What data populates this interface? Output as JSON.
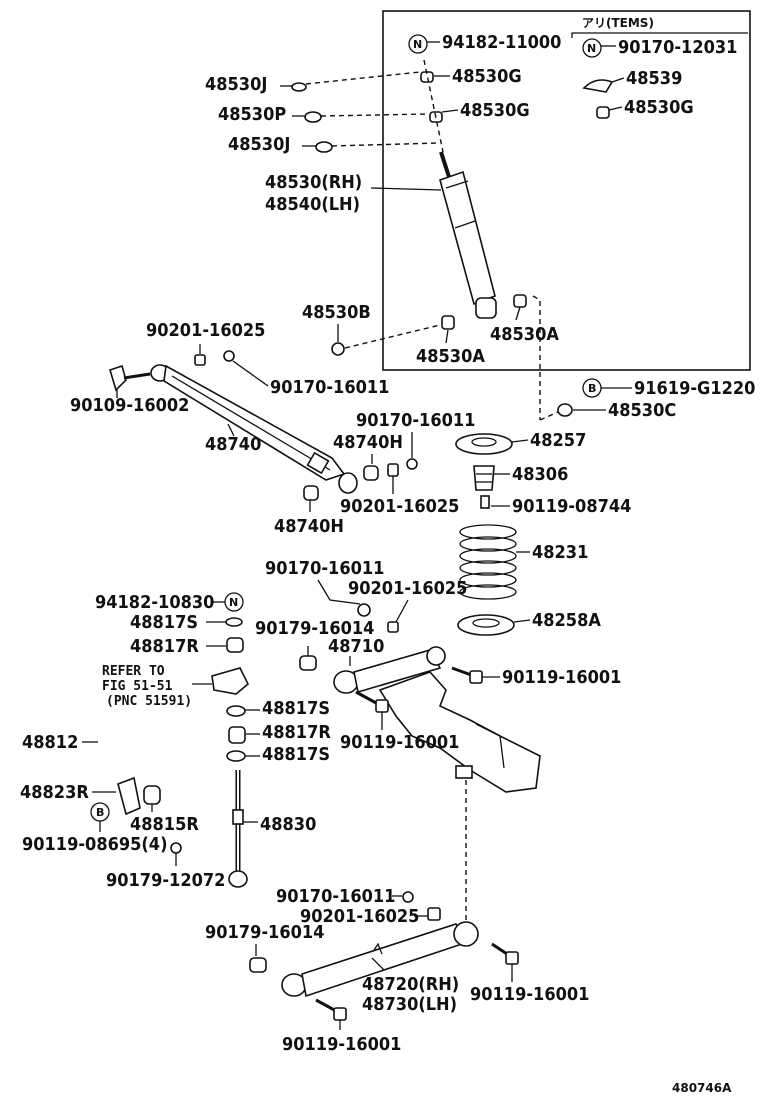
{
  "figure_code": "480746A",
  "inset_header": "アリ(TEMS)",
  "labels": {
    "n_94182_11000": "94182-11000",
    "n_90170_12031": "90170-12031",
    "p_48530J_top": "48530J",
    "p_48530G_a": "48530G",
    "p_48539": "48539",
    "p_48530P": "48530P",
    "p_48530G_b": "48530G",
    "p_48530G_c": "48530G",
    "p_48530J_mid": "48530J",
    "p_48530RH": "48530(RH)",
    "p_48540LH": "48540(LH)",
    "p_48530B": "48530B",
    "p_48530A_r": "48530A",
    "p_48530A_l": "48530A",
    "b_91619": "91619-G1220",
    "p_48530C": "48530C",
    "p_90201_16025_a": "90201-16025",
    "p_90170_16011_a": "90170-16011",
    "p_90109_16002": "90109-16002",
    "p_48740": "48740",
    "p_90170_16011_b": "90170-16011",
    "p_48740H_a": "48740H",
    "p_48257": "48257",
    "p_48306": "48306",
    "p_90201_16025_b": "90201-16025",
    "p_48740H_b": "48740H",
    "p_90119_08744": "90119-08744",
    "p_48231": "48231",
    "p_90170_16011_c": "90170-16011",
    "p_90201_16025_c": "90201-16025",
    "n_94182_10830": "94182-10830",
    "p_48817S_a": "48817S",
    "p_90179_16014_a": "90179-16014",
    "p_48258A": "48258A",
    "p_48817R_a": "48817R",
    "p_48710": "48710",
    "refer_1": "REFER TO",
    "refer_2": "FIG 51-51",
    "refer_3": "(PNC 51591)",
    "p_90119_16001_a": "90119-16001",
    "p_48817S_b": "48817S",
    "p_48812": "48812",
    "p_48817R_b": "48817R",
    "p_90119_16001_b": "90119-16001",
    "p_48817S_c": "48817S",
    "p_48823R": "48823R",
    "p_48815R": "48815R",
    "p_48830": "48830",
    "p_90119_08695": "90119-08695(4)",
    "p_90179_12072": "90179-12072",
    "p_90170_16011_d": "90170-16011",
    "p_90201_16025_d": "90201-16025",
    "p_90179_16014_b": "90179-16014",
    "p_48720RH": "48720(RH)",
    "p_48730LH": "48730(LH)",
    "p_90119_16001_c": "90119-16001",
    "p_90119_16001_d": "90119-16001"
  },
  "markers": {
    "n": "N",
    "b": "B"
  }
}
